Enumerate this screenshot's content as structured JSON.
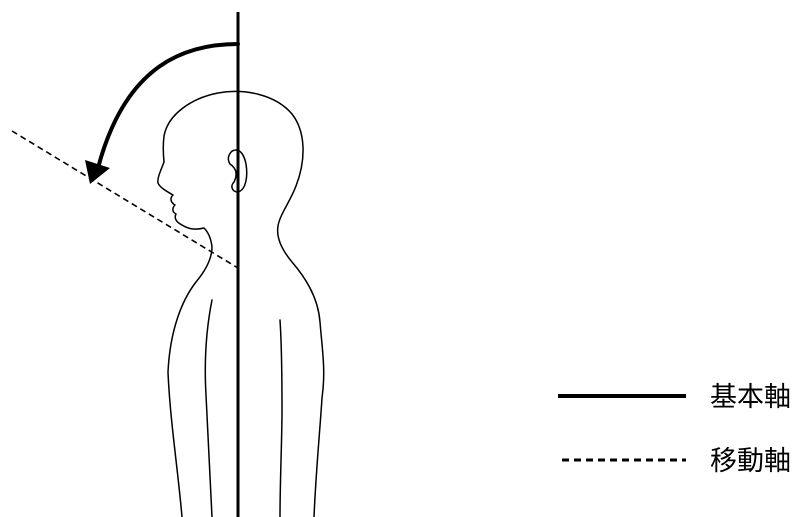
{
  "legend": {
    "items": [
      {
        "style": "solid",
        "label": "基本軸"
      },
      {
        "style": "dashed",
        "label": "移動軸"
      }
    ]
  },
  "colors": {
    "line": "#000000",
    "background": "#ffffff"
  },
  "icons": [
    "curved-arrow-icon"
  ]
}
